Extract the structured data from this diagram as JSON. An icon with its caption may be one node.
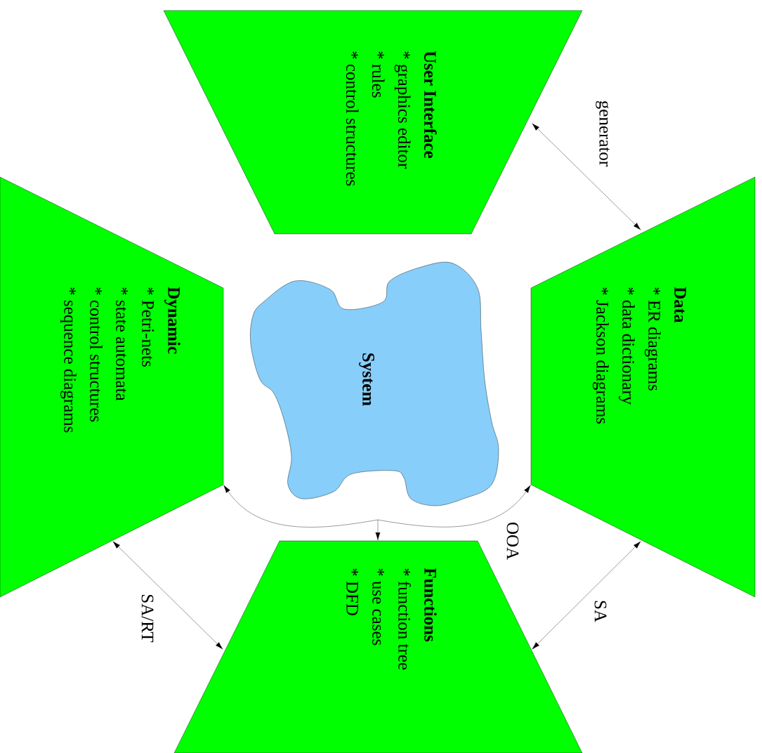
{
  "diagram": {
    "nodes": [
      {
        "text": [
          "User Interface",
          "* graphics editor",
          "* rules",
          "* control structures"
        ]
      },
      {
        "text": [
          "Data",
          "* ER diagrams",
          "* data dictionary",
          "* Jackson diagrams"
        ]
      },
      {
        "text": [
          "System"
        ]
      },
      {
        "text": [
          "Dynamic",
          "* Petri-nets",
          "* state automata",
          "* control structures",
          "* sequence diagrams"
        ]
      },
      {
        "text": [
          "Functions",
          "* function tree",
          "* use cases",
          "* DFD"
        ]
      }
    ],
    "edges": [
      {
        "from": 0,
        "to": 1,
        "arrow": "both",
        "label": "generator"
      },
      {
        "from": 1,
        "to": 4,
        "arrow": "both",
        "label": "SA"
      },
      {
        "from": 3,
        "to": 4,
        "arrow": "both",
        "label": "SA/RT"
      },
      {
        "from": null,
        "to": 3,
        "arrow": "to"
      },
      {
        "from": null,
        "to": 4,
        "arrow": "to"
      },
      {
        "from": null,
        "to": 1,
        "arrow": "to",
        "label": "OOA"
      }
    ]
  }
}
